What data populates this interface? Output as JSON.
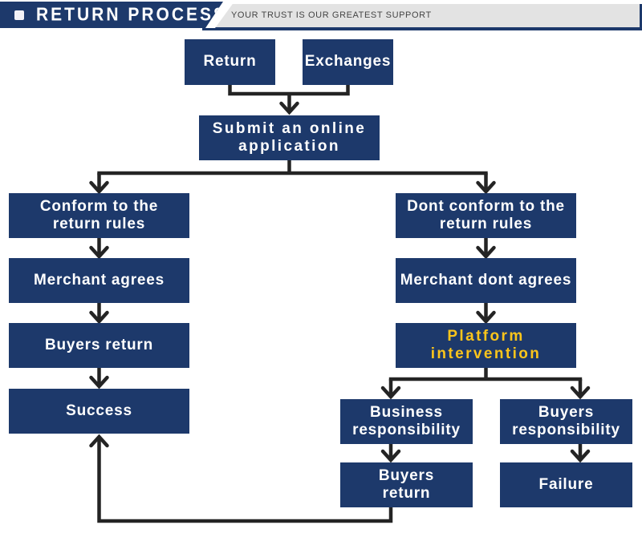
{
  "header": {
    "title": "RETURN PROCESS",
    "tagline": "YOUR TRUST IS OUR GREATEST SUPPORT"
  },
  "colors": {
    "box_navy": "#1d396b",
    "highlight_gold": "#fbc51b",
    "connector_line": "#242424",
    "band_gray": "#e3e3e3"
  },
  "flowchart": {
    "nodes": {
      "return": "Return",
      "exchanges": "Exchanges",
      "submit": "Submit an online\napplication",
      "conform": "Conform to the\nreturn rules",
      "dont_conform": "Dont conform to the\nreturn rules",
      "merchant_agrees": "Merchant agrees",
      "merchant_dont_agrees": "Merchant dont agrees",
      "buyers_return": "Buyers return",
      "platform_intervention": "Platform\nintervention",
      "success": "Success",
      "business_responsibility": "Business\nresponsibility",
      "buyers_responsibility": "Buyers\nresponsibility",
      "buyers_return_2": "Buyers\nreturn",
      "failure": "Failure"
    }
  }
}
